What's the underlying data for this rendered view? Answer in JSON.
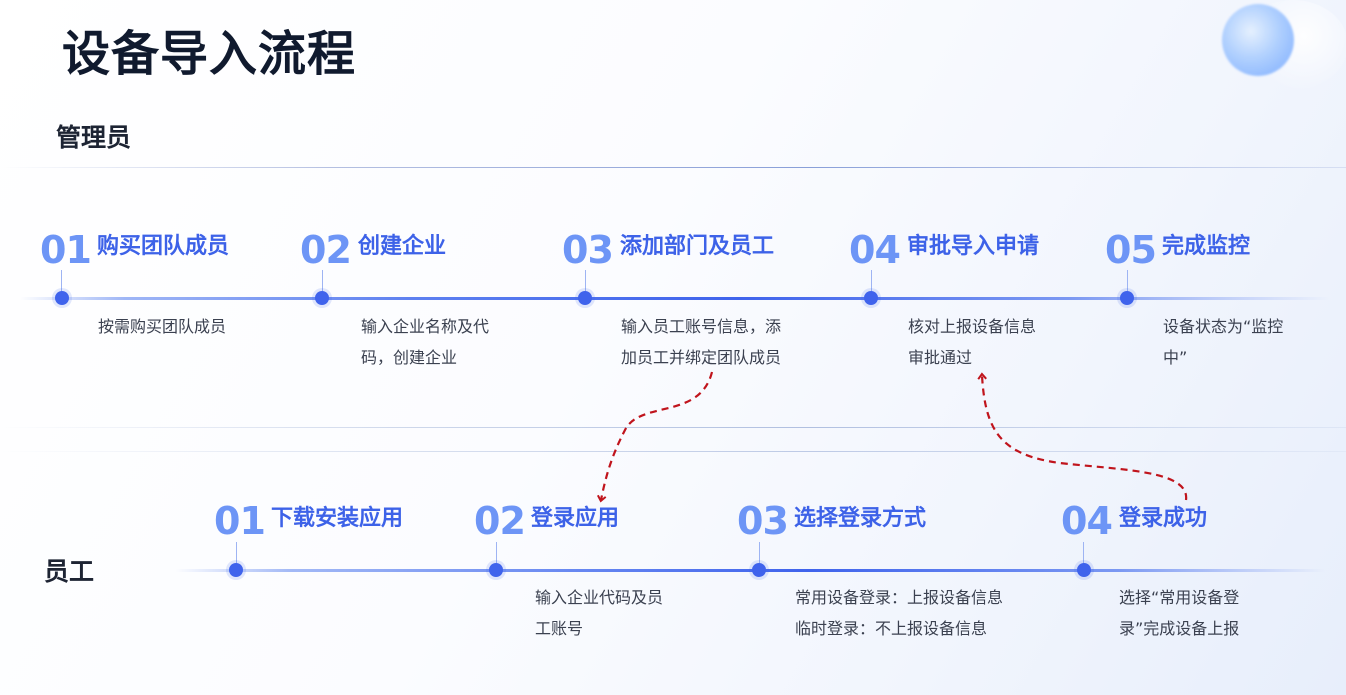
{
  "title": "设备导入流程",
  "admin": {
    "role": "管理员",
    "steps": [
      {
        "num": "01",
        "title": "购买团队成员",
        "desc": "按需购买团队成员"
      },
      {
        "num": "02",
        "title": "创建企业",
        "desc": "输入企业名称及代\n码，创建企业"
      },
      {
        "num": "03",
        "title": "添加部门及员工",
        "desc": "输入员工账号信息，添\n加员工并绑定团队成员"
      },
      {
        "num": "04",
        "title": "审批导入申请",
        "desc": "核对上报设备信息\n审批通过"
      },
      {
        "num": "05",
        "title": "完成监控",
        "desc": "设备状态为“监控\n中”"
      }
    ]
  },
  "employee": {
    "role": "员工",
    "steps": [
      {
        "num": "01",
        "title": "下载安装应用",
        "desc": ""
      },
      {
        "num": "02",
        "title": "登录应用",
        "desc": "输入企业代码及员\n工账号"
      },
      {
        "num": "03",
        "title": "选择登录方式",
        "desc": "常用设备登录：上报设备信息\n临时登录：不上报设备信息"
      },
      {
        "num": "04",
        "title": "登录成功",
        "desc": "选择“常用设备登\n录”完成设备上报"
      }
    ]
  },
  "colors": {
    "accent": "#3f63ec",
    "number": "#6d95f6",
    "connector": "#c0141c"
  }
}
